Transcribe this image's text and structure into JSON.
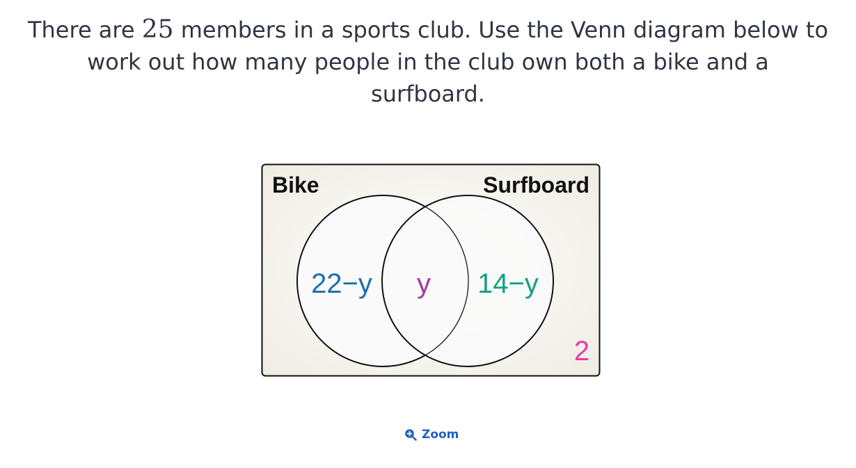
{
  "question": {
    "part1": "There are ",
    "number": "25",
    "part2": " members in a sports club. Use the Venn diagram below to",
    "line2": "work out how many people in the club own both a bike and a",
    "line3": "surfboard."
  },
  "venn": {
    "left_set_label": "Bike",
    "right_set_label": "Surfboard",
    "left_only": "22−y",
    "intersection": "y",
    "right_only": "14−y",
    "outside": "2",
    "colors": {
      "left_only": "#1f6fae",
      "intersection": "#a03ba8",
      "right_only": "#17a085",
      "outside": "#e83aa8",
      "background": "#f2f0ea",
      "circle_fill": "#fafafa",
      "stroke": "#111111"
    }
  },
  "zoom": {
    "icon": "zoom-in-icon",
    "label": "Zoom"
  }
}
